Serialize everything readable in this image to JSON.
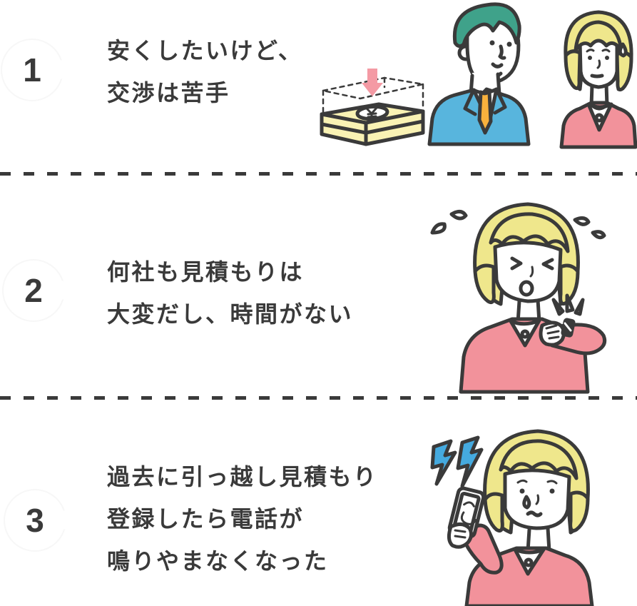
{
  "panel": {
    "background": "#ffffff",
    "divider_style": "dashed",
    "colors": {
      "outline": "#3a3a3a",
      "text": "#3a3a3a",
      "badge_fill": "#ffffff",
      "hair_blonde": "#EFE78C",
      "hair_teal": "#3FA28A",
      "suit_blue": "#58B5DD",
      "tie_orange": "#F8B13D",
      "sweater_pink": "#F2929B",
      "money_yellow": "#F9F2B4",
      "arrow_pink": "#F49AA4",
      "lightning_blue": "#45AADF"
    },
    "sections": [
      {
        "number": "1",
        "lines": [
          "安くしたいけど、",
          "交渉は苦手"
        ],
        "illustrations": [
          "money-stack-yen-down-arrow",
          "man-blue-suit",
          "woman-pink-worried"
        ]
      },
      {
        "number": "2",
        "lines": [
          "何社も見積もりは",
          "大変だし、時間がない"
        ],
        "illustrations": [
          "woman-checking-watch-stressed"
        ]
      },
      {
        "number": "3",
        "lines": [
          "過去に引っ越し見積もり",
          "登録したら電話が",
          "鳴りやまなくなった"
        ],
        "illustrations": [
          "woman-phone-ringing-lightning"
        ]
      }
    ]
  }
}
